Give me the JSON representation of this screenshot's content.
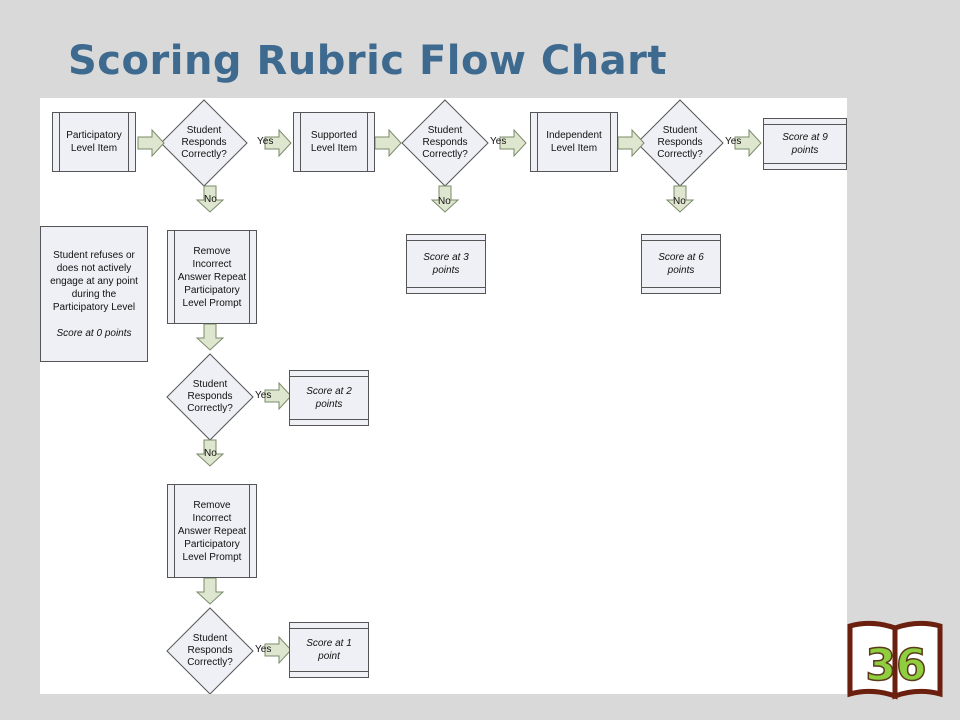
{
  "title": "Scoring Rubric Flow Chart",
  "nodes": {
    "participatory_item": "Participatory Level Item",
    "supported_item": "Supported Level Item",
    "independent_item": "Independent Level Item",
    "decision": "Student Responds Correctly?",
    "remove_prompt": "Remove Incorrect Answer Repeat Participatory Level Prompt",
    "score_9": "Score at 9 points",
    "score_6": "Score at 6 points",
    "score_3": "Score at 3 points",
    "score_2": "Score at 2 points",
    "score_1": "Score at 1 point",
    "refuse_note": "Student refuses or does not actively engage at any point during the Participatory Level",
    "score_0": "Score at 0 points"
  },
  "labels": {
    "yes": "Yes",
    "no": "No"
  },
  "badge": {
    "number": "36"
  },
  "colors": {
    "title": "#3e6a8f",
    "arrow_fill": "#dfe6cf",
    "arrow_stroke": "#7a8a6a",
    "box_fill": "#eef0f5",
    "badge_fill": "#8fcf3f",
    "badge_outline": "#6b1f0f"
  }
}
